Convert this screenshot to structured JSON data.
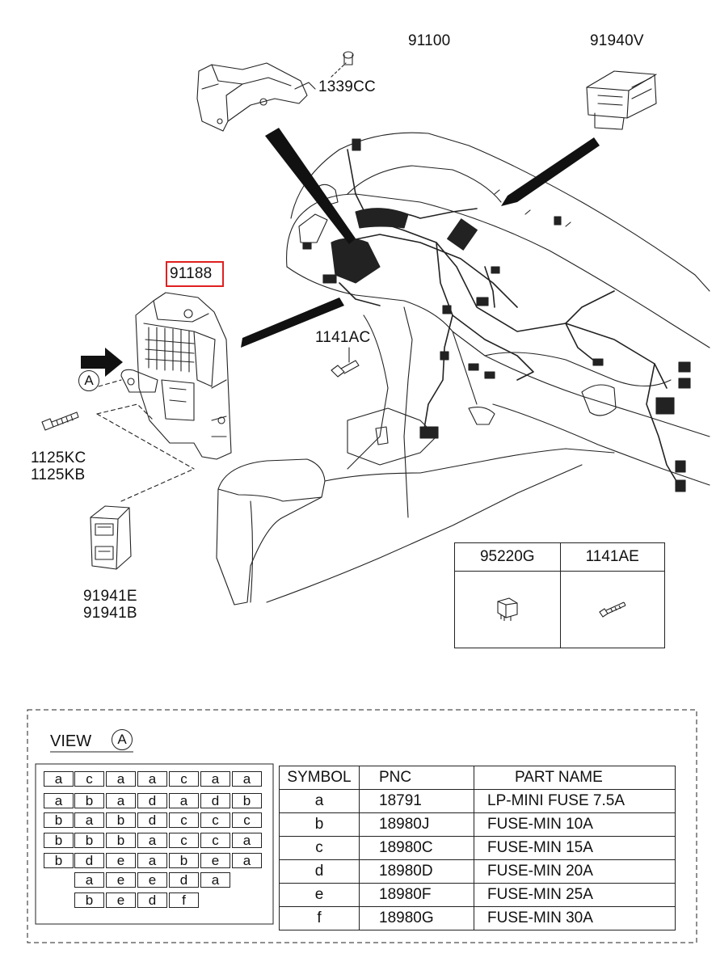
{
  "parts": {
    "p91100": "91100",
    "p91940v": "91940V",
    "p1339cc": "1339CC",
    "p91188": "91188",
    "p1141ac": "1141AC",
    "p1125kc": "1125KC",
    "p1125kb": "1125KB",
    "p91941e": "91941E",
    "p91941b": "91941B",
    "callout_a": "A"
  },
  "legend_box": {
    "col1": "95220G",
    "col2": "1141AE"
  },
  "view": {
    "title": "VIEW",
    "circle": "A",
    "fuse_rows": [
      [
        "a",
        "c",
        "a",
        "a",
        "c",
        "a",
        "a"
      ],
      [
        "a",
        "b",
        "a",
        "d",
        "a",
        "d",
        "b"
      ],
      [
        "b",
        "a",
        "b",
        "d",
        "c",
        "c",
        "c"
      ],
      [
        "b",
        "b",
        "b",
        "a",
        "c",
        "c",
        "a"
      ],
      [
        "b",
        "d",
        "e",
        "a",
        "b",
        "e",
        "a"
      ],
      [
        "a",
        "e",
        "e",
        "d",
        "a"
      ],
      [
        "b",
        "e",
        "d",
        "f"
      ]
    ]
  },
  "table": {
    "headers": [
      "SYMBOL",
      "PNC",
      "PART NAME"
    ],
    "rows": [
      [
        "a",
        "18791",
        "LP-MINI FUSE 7.5A"
      ],
      [
        "b",
        "18980J",
        "FUSE-MIN 10A"
      ],
      [
        "c",
        "18980C",
        "FUSE-MIN 15A"
      ],
      [
        "d",
        "18980D",
        "FUSE-MIN 20A"
      ],
      [
        "e",
        "18980F",
        "FUSE-MIN 25A"
      ],
      [
        "f",
        "18980G",
        "FUSE-MIN 30A"
      ]
    ]
  },
  "colors": {
    "highlight": "#e02020",
    "line": "#222222"
  }
}
